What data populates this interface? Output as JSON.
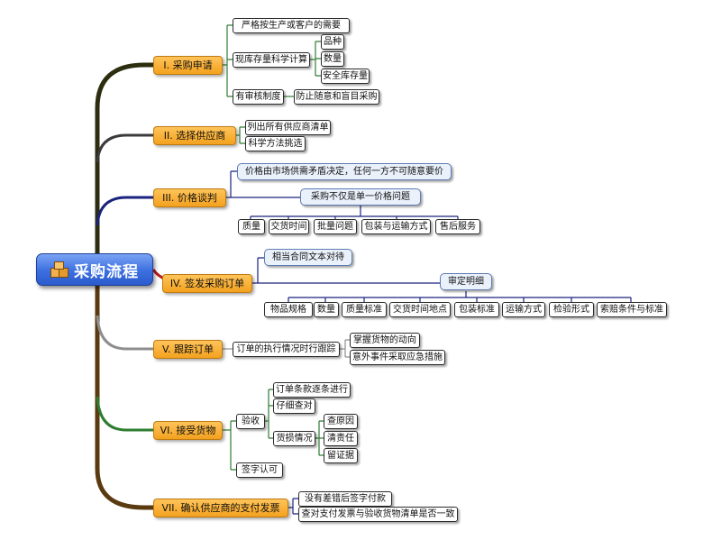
{
  "root": {
    "title": "采购流程",
    "icon": "boxes-icon"
  },
  "colors": {
    "branch_trunk": "#2d2d10",
    "branch_1": "#4a4a10",
    "branch_2": "#3b3b3b",
    "branch_3": "#1a237e",
    "branch_4": "#b71c1c",
    "branch_5": "#8e8e8e",
    "branch_6": "#2e7d32",
    "branch_7": "#5a3a10",
    "main_fill": "#f7a823",
    "root_fill": "#3b6fe0"
  },
  "branches": [
    {
      "label": "I. 采购申请",
      "children": [
        {
          "label": "严格按生产或客户的需要"
        },
        {
          "label": "现库存量科学计算",
          "children": [
            "品种",
            "数量",
            "安全库存量"
          ]
        },
        {
          "label": "有审核制度",
          "children": [
            "防止随意和盲目采购"
          ]
        }
      ]
    },
    {
      "label": "II. 选择供应商",
      "children": [
        "列出所有供应商清单",
        "科学方法挑选"
      ]
    },
    {
      "label": "III. 价格谈判",
      "children": [
        "价格由市场供需矛盾决定，任何一方不可随意要价",
        {
          "label": "采购不仅是单一价格问题",
          "children": [
            "质量",
            "交货时间",
            "批量问题",
            "包装与运输方式",
            "售后服务"
          ]
        }
      ]
    },
    {
      "label": "IV. 签发采购订单",
      "children": [
        "相当合同文本对待",
        {
          "label": "审定明细",
          "children": [
            "物品规格",
            "数量",
            "质量标准",
            "交货时间地点",
            "包装标准",
            "运输方式",
            "检验形式",
            "索赔条件与标准"
          ]
        }
      ]
    },
    {
      "label": "V. 跟踪订单",
      "children": [
        {
          "label": "订单的执行情况时行跟踪",
          "children": [
            "掌握货物的动向",
            "意外事件采取应急措施"
          ]
        }
      ]
    },
    {
      "label": "VI. 接受货物",
      "children": [
        {
          "label": "验收",
          "children": [
            "订单条款逐条进行",
            "仔细查对",
            {
              "label": "货损情况",
              "children": [
                "查原因",
                "清责任",
                "留证据"
              ]
            }
          ]
        },
        {
          "label": "签字认可"
        }
      ]
    },
    {
      "label": "VII. 确认供应商的支付发票",
      "children": [
        "没有差错后签字付款",
        "查对支付发票与验收货物清单是否一致"
      ]
    }
  ]
}
